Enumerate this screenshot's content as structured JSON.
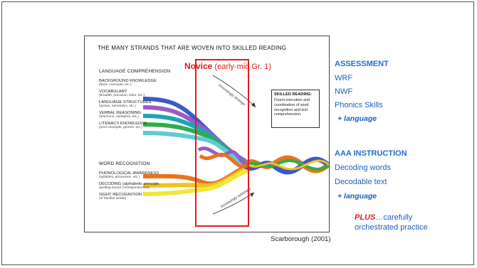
{
  "figure": {
    "title": "THE MANY STRANDS THAT ARE WOVEN INTO SKILLED READING",
    "language_comprehension": {
      "heading": "LANGUAGE COMPREHENSION",
      "items": [
        {
          "main": "BACKGROUND KNOWLEDGE",
          "sub": "(facts, concepts, etc.)"
        },
        {
          "main": "VOCABULARY",
          "sub": "(breadth, precision, links, etc.)"
        },
        {
          "main": "LANGUAGE STRUCTURES",
          "sub": "(syntax, semantics, etc.)"
        },
        {
          "main": "VERBAL REASONING",
          "sub": "(inference, metaphor, etc.)"
        },
        {
          "main": "LITERACY KNOWLEDGE",
          "sub": "(print concepts, genres, etc.)"
        }
      ]
    },
    "word_recognition": {
      "heading": "WORD RECOGNITION",
      "items": [
        {
          "main": "PHONOLOGICAL AWARENESS",
          "sub": "(syllables, phonemes, etc.)"
        },
        {
          "main": "DECODING (alphabetic principle,",
          "sub": "spelling-sound correspondences)"
        },
        {
          "main": "SIGHT RECOGNITION",
          "sub": "(of familiar words)"
        }
      ]
    },
    "arrow_labels": {
      "strategic": "increasingly strategic",
      "automatic": "increasingly automatic"
    },
    "skilled_reading": {
      "heading": "SKILLED READING:",
      "text_line1": "Fluent execution and",
      "text_line2": "coordination of word",
      "text_line3": "recognition and text",
      "text_line4": "comprehension."
    },
    "citation": "Scarborough (2001)"
  },
  "novice": {
    "bold": "Novice",
    "rest": " (early-mid Gr. 1)",
    "color": "#e41a1a"
  },
  "assessment": {
    "heading": "ASSESSMENT",
    "items": [
      "WRF",
      "NWF",
      "Phonics Skills"
    ],
    "extra": "+ language"
  },
  "instruction": {
    "heading": "AAA INSTRUCTION",
    "items": [
      "Decoding words",
      "Decodable text"
    ],
    "extra": "+ language"
  },
  "plus_note": {
    "plus": "PLUS",
    "line1_rest": "…carefully",
    "line2": "orchestrated practice"
  },
  "colors": {
    "accent_blue": "#1f6fd1",
    "text_blue": "#1f5fb8",
    "red": "#e41a1a",
    "strands": [
      "#3c58c8",
      "#9b59c7",
      "#1aa6b5",
      "#2eae4b",
      "#60c9d8",
      "#e8731c",
      "#f2c21b",
      "#f2e63a"
    ]
  }
}
